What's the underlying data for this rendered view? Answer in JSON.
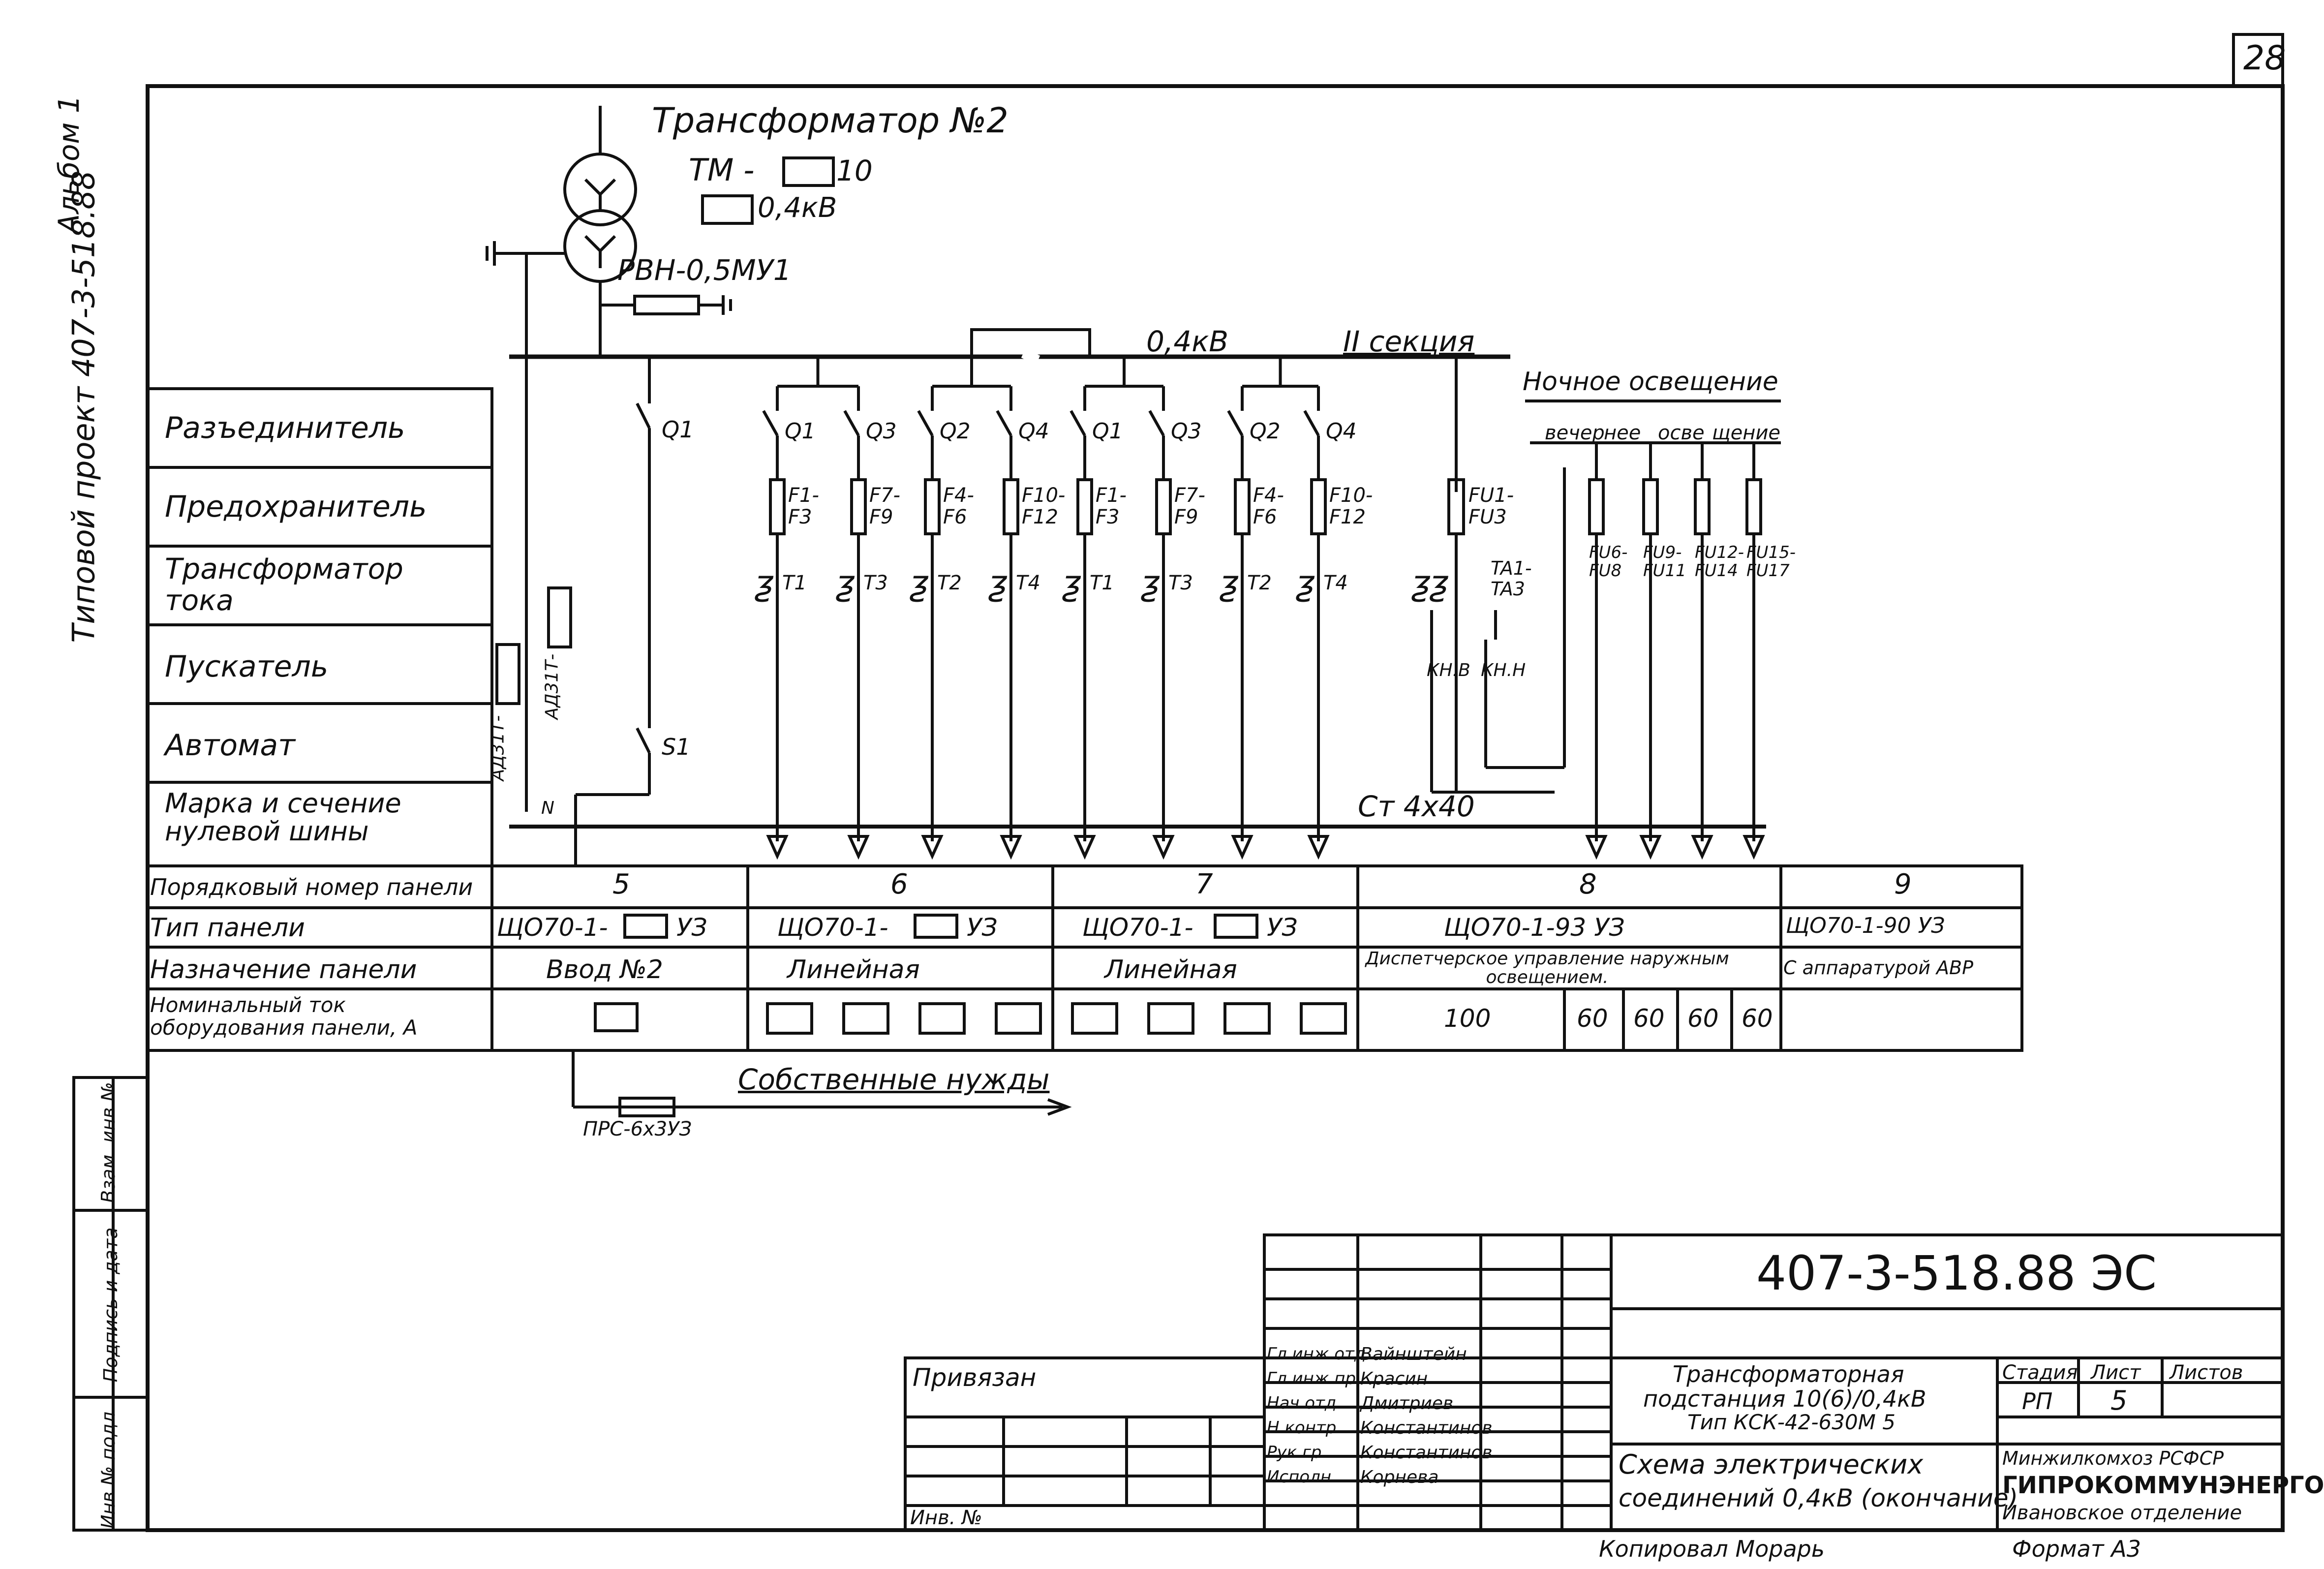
{
  "sheet_number": "28",
  "side_stamp": {
    "project": "Типовой проект 407-3-518.88",
    "album": "Альбом 1"
  },
  "left_strip": [
    "Инв.№ подл.",
    "Подпись и дата",
    "Взам. инв.№"
  ],
  "transformer": {
    "title": "Трансформатор №2",
    "type_line": "ТМ -",
    "kv_high": "10",
    "kv_low": "0,4кВ",
    "disconnector": "РВН-0,5МУ1"
  },
  "bus": {
    "voltage": "0,4кВ",
    "section": "II секция",
    "night_lighting": "Ночное освещение",
    "evening_segments": [
      "вечер",
      "нее",
      "осве",
      "щение"
    ]
  },
  "row_labels": [
    "Разъединитель",
    "Предохранитель",
    "Трансформатор тока",
    "Пускатель",
    "Автомат",
    "Марка и сечение нулевой шины"
  ],
  "cabinet_labels": [
    "АД31Т-",
    "АД31Т-",
    "N"
  ],
  "feeders": {
    "q1": "Q1",
    "s1": "S1",
    "switches": [
      "Q1",
      "Q3",
      "Q2",
      "Q4",
      "Q1",
      "Q3",
      "Q2",
      "Q4"
    ],
    "fuses": [
      "F1-\nF3",
      "F7-\nF9",
      "F4-\nF6",
      "F10-\nF12",
      "F1-\nF3",
      "F7-\nF9",
      "F4-\nF6",
      "F10-\nF12"
    ],
    "cts": [
      "T1",
      "T3",
      "T2",
      "T4",
      "T1",
      "T3",
      "T2",
      "T4"
    ],
    "panel8_fuse": "FU1-\nFU3",
    "panel8_ct": "TA1-\nTA3",
    "night_fuses": [
      "FU6-\nFU8",
      "FU9-\nFU11",
      "FU12-\nFU14",
      "FU15-\nFU17"
    ],
    "kn": [
      "КН.В",
      "КН.Н"
    ],
    "bus_bar_mark": "Ст 4х40"
  },
  "table": {
    "headers": [
      "Порядковый номер панели",
      "Тип панели",
      "Назначение панели",
      "Номинальный ток оборудования панели, А"
    ],
    "panel_numbers": [
      "5",
      "6",
      "7",
      "8",
      "9"
    ],
    "panel_types": [
      "ЩО70-1-",
      "ЩО70-1-",
      "ЩО70-1-",
      "ЩО70-1-93 УЗ",
      "ЩО70-1-90 УЗ"
    ],
    "type_suffix": "УЗ",
    "purposes": [
      "Ввод №2",
      "Линейная",
      "Линейная",
      "Диспетчерское управление наружным освещением.",
      "С аппаратурой АВР"
    ],
    "currents_panel8": [
      "100",
      "60",
      "60",
      "60",
      "60"
    ]
  },
  "aux": {
    "label": "Собственные нужды",
    "fuse": "ПРС-6х3УЗ"
  },
  "title_block": {
    "doc_code": "407-3-518.88  ЭС",
    "tied": "Привязан",
    "inv_no": "Инв. №",
    "roles": [
      "Гл.инж.отд",
      "Гл.инж.пр.",
      "Нач.отд.",
      "Н.контр.",
      "Рук.гр.",
      "Исполн."
    ],
    "names": [
      "Вайнштейн",
      "Красин",
      "Дмитриев",
      "Константинов",
      "Константинов",
      "Корнева"
    ],
    "object": [
      "Трансформаторная",
      "подстанция 10(6)/0,4кВ",
      "Тип КСК-42-630М 5"
    ],
    "sheet_title": [
      "Схема электрических",
      "соединений 0,4кВ (окончание)"
    ],
    "stage_header": [
      "Стадия",
      "Лист",
      "Листов"
    ],
    "stage_values": [
      "РП",
      "5",
      ""
    ],
    "org": [
      "Минжилкомхоз РСФСР",
      "ГИПРОКОММУНЭНЕРГО",
      "Ивановское отделение"
    ],
    "copied": "Копировал Морарь",
    "format": "Формат А3"
  }
}
